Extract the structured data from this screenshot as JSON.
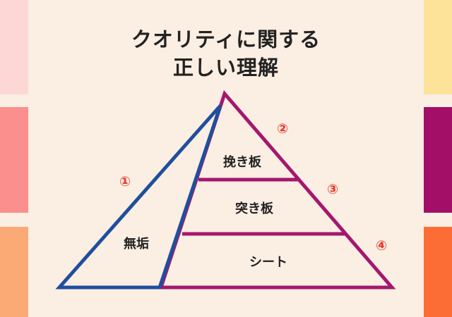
{
  "title": {
    "line1": "クオリティに関する",
    "line2": "正しい理解"
  },
  "colors": {
    "background": "#fbeee2",
    "blue_outline": "#1f4f9c",
    "magenta_outline": "#a3186f",
    "number_red": "#e8352a",
    "left_swatches": [
      "#fdd7d6",
      "#fb8f8d",
      "#fbaa76"
    ],
    "right_swatches": [
      "#fde39a",
      "#a30f66",
      "#fb6d34"
    ]
  },
  "pyramid": {
    "left_label": "無垢",
    "layers": [
      "挽き板",
      "突き板",
      "シート"
    ]
  },
  "markers": {
    "m1": "①",
    "m2": "②",
    "m3": "③",
    "m4": "④"
  }
}
